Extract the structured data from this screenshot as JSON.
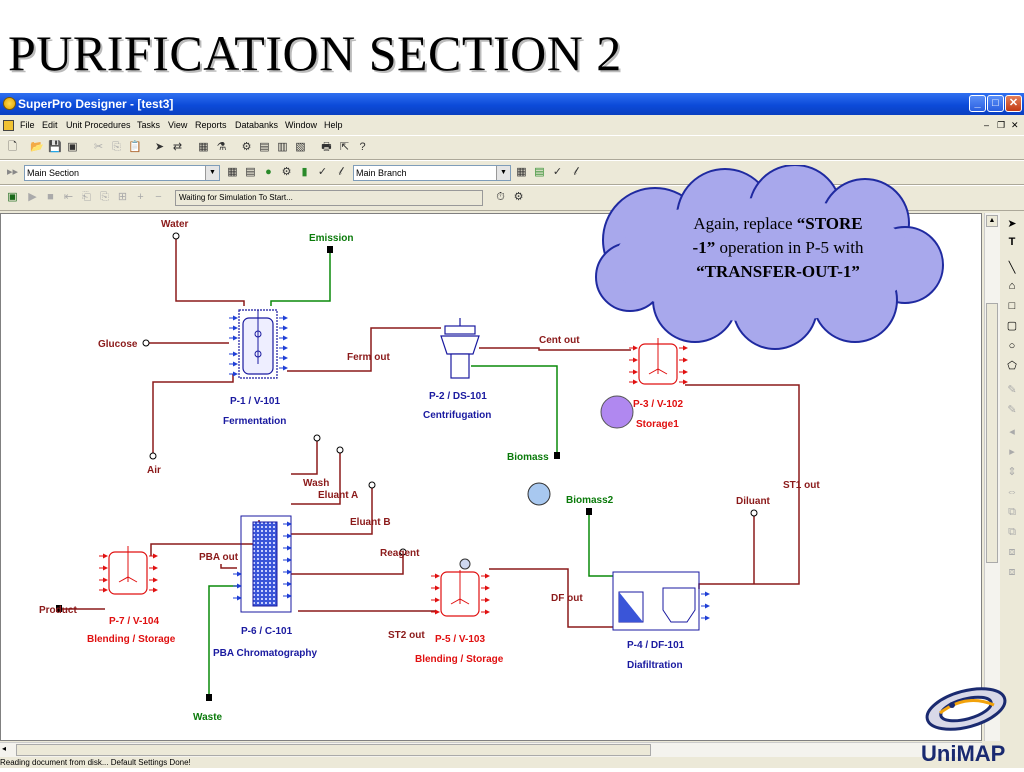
{
  "slide": {
    "title": "PURIFICATION SECTION 2"
  },
  "window": {
    "title": "SuperPro Designer - [test3]",
    "controls": {
      "minimize": "_",
      "maximize": "□",
      "close": "✕"
    }
  },
  "menu": [
    "File",
    "Edit",
    "Unit Procedures",
    "Tasks",
    "View",
    "Reports",
    "Databanks",
    "Window",
    "Help"
  ],
  "toolbar": {
    "section_combo": "Main Section",
    "branch_combo": "Main Branch",
    "sim_status": "Waiting for Simulation To Start..."
  },
  "diagram": {
    "streams": {
      "water": "Water",
      "emission": "Emission",
      "glucose": "Glucose",
      "air": "Air",
      "ferm_out": "Ferm out",
      "cent_out": "Cent out",
      "biomass": "Biomass",
      "biomass2": "Biomass2",
      "st1_out": "ST1 out",
      "diluant": "Diluant",
      "wash": "Wash",
      "eluant_a": "Eluant A",
      "eluant_b": "Eluant B",
      "reagent": "Reagent",
      "pba_out": "PBA out",
      "product": "Product",
      "df_out": "DF out",
      "st2_out": "ST2 out",
      "waste": "Waste"
    },
    "units": {
      "p1": {
        "id": "P-1 / V-101",
        "name": "Fermentation"
      },
      "p2": {
        "id": "P-2 / DS-101",
        "name": "Centrifugation"
      },
      "p3": {
        "id": "P-3 / V-102",
        "name": "Storage1"
      },
      "p4": {
        "id": "P-4 / DF-101",
        "name": "Diafiltration"
      },
      "p5": {
        "id": "P-5 / V-103",
        "name": "Blending / Storage"
      },
      "p6": {
        "id": "P-6 / C-101",
        "name": "PBA Chromatography"
      },
      "p7": {
        "id": "P-7 / V-104",
        "name": "Blending / Storage"
      }
    },
    "colors": {
      "stream": "#8b1a1a",
      "waste_stream": "#0a8a0a",
      "unit_blue": "#1a1aa0",
      "unit_red": "#e01010",
      "arrow_blue": "#1f3fd6",
      "arrow_red": "#e01010"
    }
  },
  "callout": {
    "line1_prefix": "Again, replace ",
    "line1_bold": "“STORE",
    "line2_bold": "-1”",
    "line2_suffix": " operation in P-5 with",
    "line3_bold": "“TRANSFER-OUT-1”"
  },
  "statusbar": {
    "text": "Reading document from disk... Default Settings   Done!"
  },
  "logo": {
    "text": "UniMAP"
  }
}
